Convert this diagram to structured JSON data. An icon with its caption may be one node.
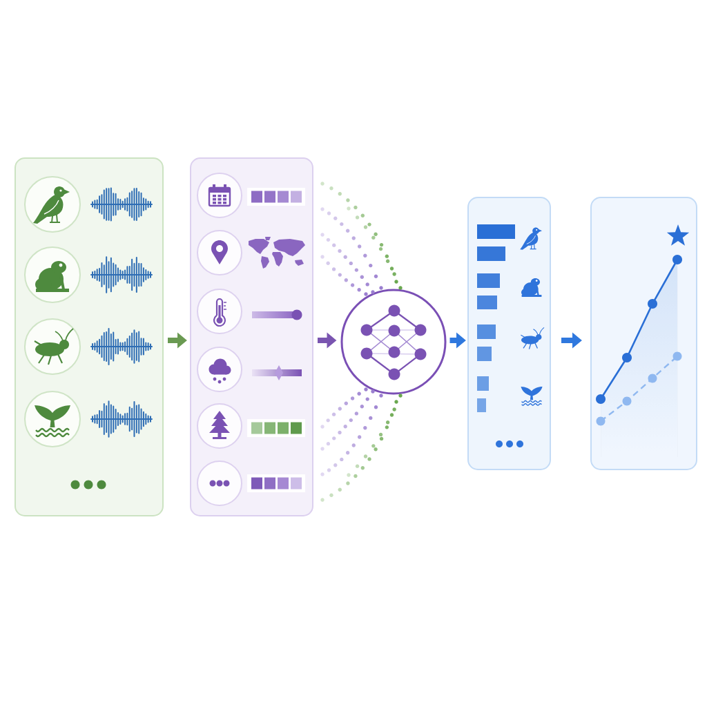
{
  "diagram": {
    "nodes": [
      {
        "text": [],
        "shape": "box"
      },
      {
        "text": [],
        "shape": "box"
      },
      {
        "text": [],
        "shape": "circle"
      },
      {
        "text": [],
        "shape": "box"
      },
      {
        "text": [],
        "shape": "box"
      }
    ],
    "edges": [
      {
        "from": 0,
        "to": 1,
        "arrow": "to",
        "color": "#6a9a52"
      },
      {
        "from": 1,
        "to": 2,
        "arrow": "to",
        "color": "#7a55b0"
      },
      {
        "from": 2,
        "to": 3,
        "arrow": "to",
        "color": "#2f78de"
      },
      {
        "from": 3,
        "to": 4,
        "arrow": "to",
        "color": "#2f78de"
      }
    ]
  }
}
